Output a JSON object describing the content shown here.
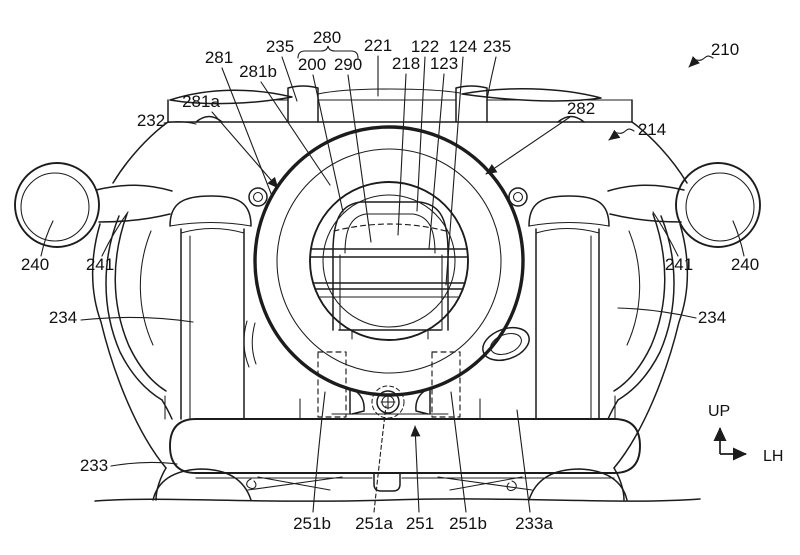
{
  "figure": {
    "kind": "patent-front-view-drawing",
    "line_color": "#1c1c1c",
    "background": "#ffffff",
    "reference_labels": {
      "l281": "281",
      "l281b": "281b",
      "l281a": "281a",
      "l232": "232",
      "l235_left": "235",
      "l280": "280",
      "l200": "200",
      "l290": "290",
      "l221": "221",
      "l122": "122",
      "l218": "218",
      "l123": "123",
      "l124": "124",
      "l235_right": "235",
      "l210": "210",
      "l282": "282",
      "l214": "214",
      "l240_left": "240",
      "l241_left": "241",
      "l241_right": "241",
      "l240_right": "240",
      "l234_left": "234",
      "l234_right": "234",
      "l233": "233",
      "l251b_left": "251b",
      "l251a": "251a",
      "l251": "251",
      "l251b_right": "251b",
      "l233a": "233a"
    },
    "axis_indicator": {
      "up": "UP",
      "lh": "LH"
    }
  }
}
